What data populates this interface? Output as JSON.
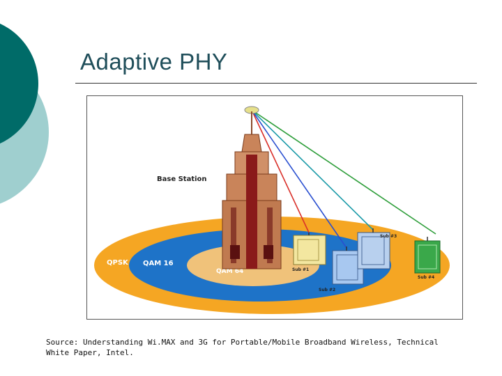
{
  "slide": {
    "title": "Adaptive PHY",
    "caption": "Source: Understanding Wi.MAX and 3G for Portable/Mobile Broadband Wireless, Technical White Paper, Intel."
  },
  "diagram": {
    "base_station_label": "Base Station",
    "rings": {
      "outer": "QPSK",
      "middle": "QAM 16",
      "inner": "QAM 64"
    },
    "subscribers": {
      "sub1": "Sub #1",
      "sub2": "Sub #2",
      "sub3": "Sub #3",
      "sub4": "Sub #4"
    },
    "colors": {
      "outer_ring": "#f5a623",
      "middle_ring": "#1e73c8",
      "inner_ring": "#f0c27a",
      "link_red": "#d9302a",
      "link_blue": "#2a4fd0",
      "link_teal": "#1a9aa8",
      "link_green": "#2e9e3a",
      "tower": "#c9845a",
      "deco_dark": "#006b68",
      "deco_light": "#9fcfcf"
    }
  }
}
